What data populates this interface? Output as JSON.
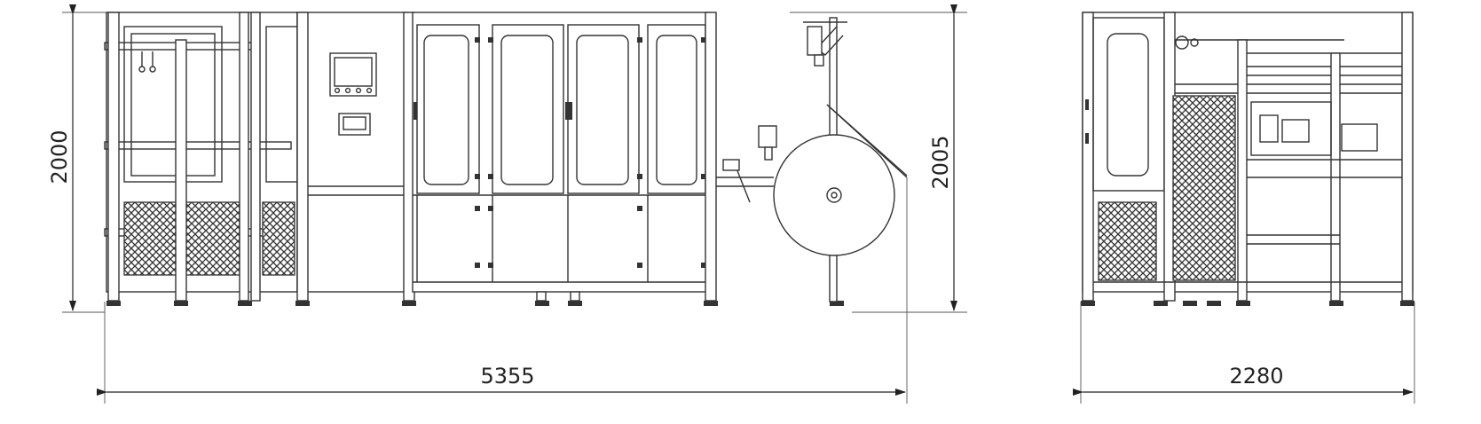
{
  "dimensions": {
    "side_view_height": "2000",
    "side_view_height_right": "2005",
    "side_view_length": "5355",
    "end_view_width": "2280"
  },
  "colors": {
    "line": "#333333",
    "background": "#ffffff"
  }
}
